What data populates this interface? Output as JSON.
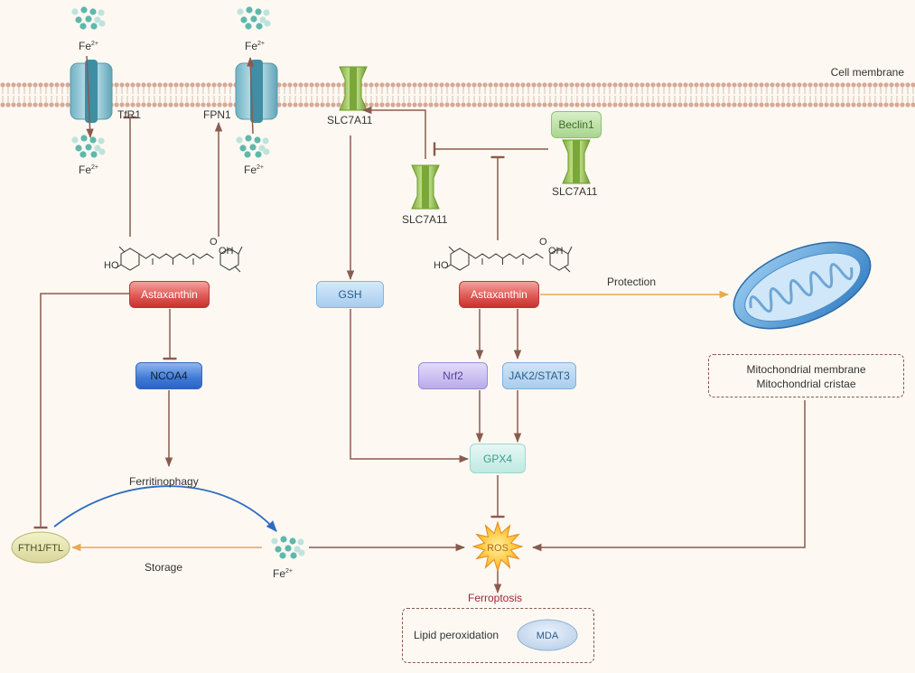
{
  "labels": {
    "cell_membrane": "Cell membrane",
    "fe": "Fe",
    "fe_charge": "2+",
    "tfr1": "TfR1",
    "fpn1": "FPN1",
    "slc7a11": "SLC7A11",
    "beclin1": "Beclin1",
    "astaxanthin": "Astaxanthin",
    "gsh": "GSH",
    "ncoa4": "NCOA4",
    "nrf2": "Nrf2",
    "jak2_stat3": "JAK2/STAT3",
    "gpx4": "GPX4",
    "protection": "Protection",
    "mito_membrane": "Mitochondrial membrane",
    "mito_cristae": "Mitochondrial cristae",
    "ferritinophagy": "Ferritinophagy",
    "fth1_ftl": "FTH1/FTL",
    "storage": "Storage",
    "ros": "ROS",
    "ferroptosis": "Ferroptosis",
    "lipid_peroxidation": "Lipid peroxidation",
    "mda": "MDA",
    "ho": "HO",
    "oh": "OH",
    "o": "O"
  },
  "colors": {
    "arrow": "#8b5a4e",
    "orange_arrow": "#e8a94f",
    "blue_arrow": "#2f6cc0",
    "ferroptosis": "#a3243a",
    "membrane": "#d9b8a8"
  }
}
